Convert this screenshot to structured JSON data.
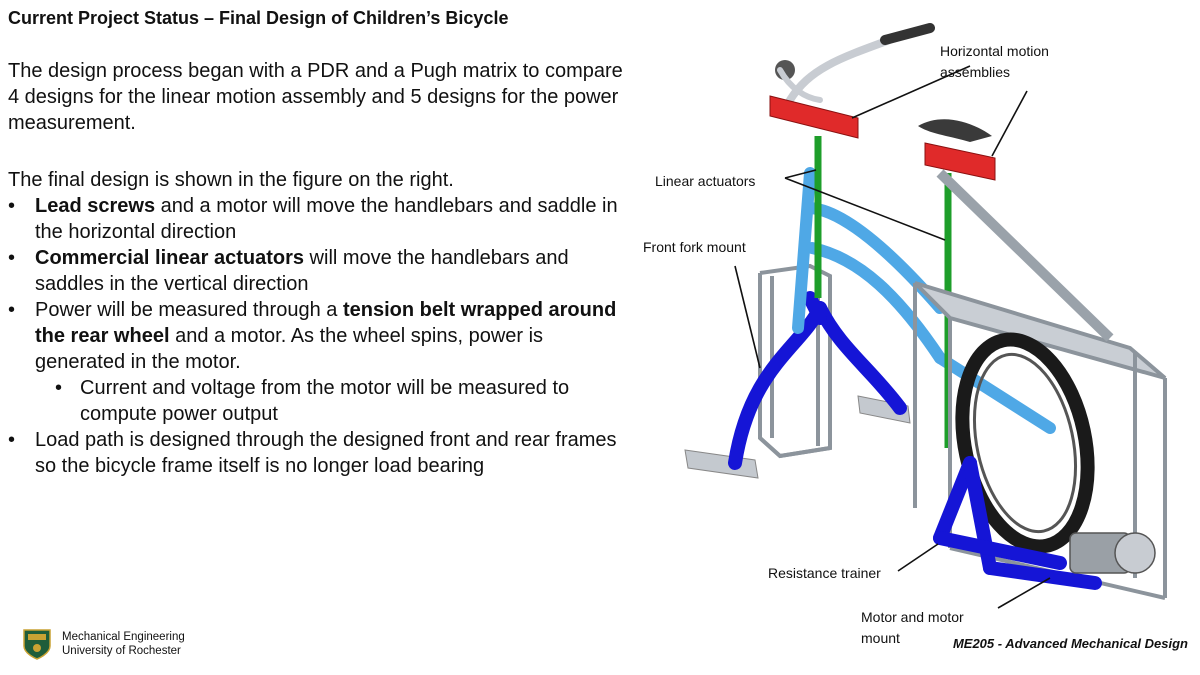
{
  "title": "Current Project Status – Final Design of Children’s Bicycle",
  "intro": "The design process began with a PDR and a Pugh matrix to compare 4 designs for the linear motion assembly and 5 designs for the power measurement.",
  "final_sentence": "The final design is shown in the figure on the right.",
  "bullets": [
    {
      "bold": "Lead screws",
      "rest": " and a motor will move the handlebars and saddle in the horizontal direction"
    },
    {
      "bold": "Commercial linear actuators",
      "rest": " will move the handlebars and saddles in the vertical direction"
    },
    {
      "pre": "Power will be measured through a ",
      "bold": "tension belt wrapped around the rear wheel",
      "rest": " and a motor. As the wheel spins, power is generated in the motor.",
      "sub": "Current and voltage from the motor will be measured to compute power output"
    },
    {
      "text": "Load path is designed through the designed front and rear frames so the bicycle frame itself is no longer load bearing"
    }
  ],
  "figure_labels": {
    "horizontal_line1": "Horizontal motion",
    "horizontal_line2": "assemblies",
    "linear_actuators": "Linear actuators",
    "front_fork_mount": "Front fork mount",
    "resistance_trainer": "Resistance trainer",
    "motor_line1": "Motor and motor",
    "motor_line2": "mount"
  },
  "footer": {
    "org_line1": "Mechanical Engineering",
    "org_line2": "University of Rochester",
    "course": "ME205 - Advanced Mechanical Design"
  },
  "colors": {
    "frame_blue": "#1515d6",
    "bike_lightblue": "#4fa8e6",
    "actuator_green": "#1e9e2a",
    "slide_red": "#e02a2a",
    "steel": "#b8bec6"
  }
}
